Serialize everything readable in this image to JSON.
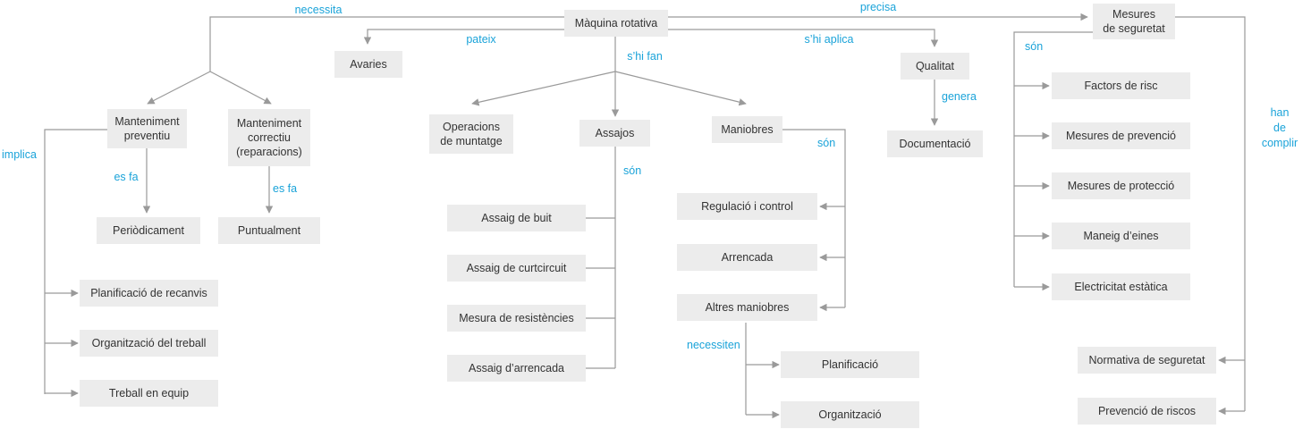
{
  "colors": {
    "box": "#ececec",
    "text": "#333333",
    "line": "#9a9a9a",
    "label": "#1aa3d9"
  },
  "nodes": {
    "maquina": "Màquina rotativa",
    "avaries": "Avaries",
    "qualitat": "Qualitat",
    "documentacio": "Documentació",
    "mesures_seguretat": "Mesures\nde seguretat",
    "manteniment_preventiu": "Manteniment\npreventiu",
    "manteniment_correctiu": "Manteniment\ncorrectiu\n(reparacions)",
    "periodicament": "Periòdicament",
    "puntualment": "Puntualment",
    "planificacio_recanvis": "Planificació de recanvis",
    "organitzacio_treball": "Organització del treball",
    "treball_equip": "Treball en equip",
    "operacions_muntatge": "Operacions\nde muntatge",
    "assajos": "Assajos",
    "maniobres": "Maniobres",
    "assaig_buit": "Assaig de buit",
    "assaig_curtcircuit": "Assaig de curtcircuit",
    "mesura_resistencies": "Mesura de resistències",
    "assaig_arrencada": "Assaig d’arrencada",
    "regulacio_control": "Regulació i control",
    "arrencada": "Arrencada",
    "altres_maniobres": "Altres maniobres",
    "planificacio": "Planificació",
    "organitzacio": "Organització",
    "factors_risc": "Factors de risc",
    "mesures_prevencio": "Mesures de prevenció",
    "mesures_proteccio": "Mesures de protecció",
    "maneig_eines": "Maneig d’eines",
    "electricitat_estatica": "Electricitat estàtica",
    "normativa_seguretat": "Normativa de seguretat",
    "prevencio_riscos": "Prevenció de riscos"
  },
  "links": {
    "necessita": "necessita",
    "pateix": "pateix",
    "shi_fan": "s’hi fan",
    "shi_aplica": "s’hi aplica",
    "precisa": "precisa",
    "genera": "genera",
    "son_seguretat": "són",
    "han_de_complir": "han\nde complir",
    "implica": "implica",
    "es_fa_preventiu": "es fa",
    "es_fa_correctiu": "es fa",
    "son_assajos": "són",
    "son_maniobres": "són",
    "necessiten": "necessiten"
  }
}
